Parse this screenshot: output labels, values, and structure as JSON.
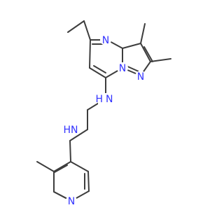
{
  "colors": {
    "bond": "#3d3d3d",
    "nitrogen": "#3333ff",
    "background": "#ffffff"
  },
  "atoms": {
    "n_pyrimidine": "N",
    "n_bridgehead": "N",
    "n_pyrazole": "N",
    "nh_upper": "N",
    "h_upper": "H",
    "nh_lower": "N",
    "h_lower": "H",
    "n_pyridine": "N"
  }
}
